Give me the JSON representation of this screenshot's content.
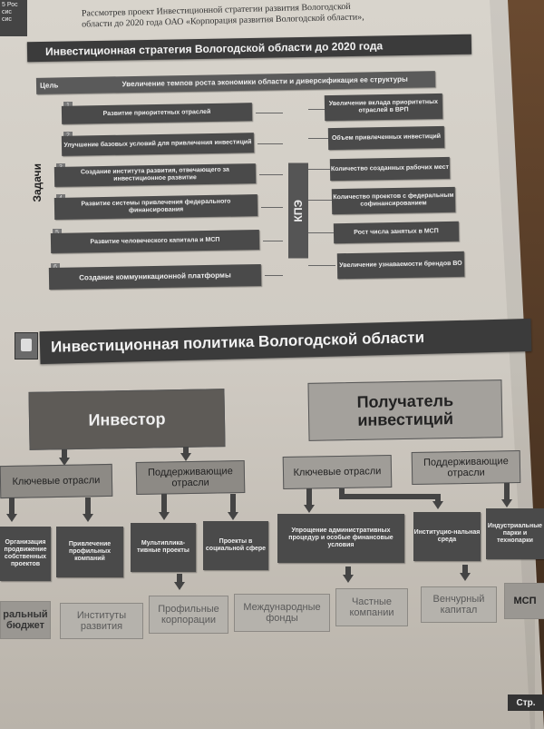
{
  "corner": {
    "line1": "5 Рос",
    "line2": "сис",
    "line3": "сис"
  },
  "intro": {
    "line1": "Рассмотрев проект Инвестиционной стратегии развития Вологодской",
    "line2": "области до 2020 года ОАО «Корпорация развития Вологодской области»,"
  },
  "strategy": {
    "title": "Инвестиционная стратегия Вологодской области до 2020 года",
    "goal_label": "Цель",
    "goal_text": "Увеличение темпов роста экономики области и диверсификация ее структуры",
    "tasks_label": "Задачи",
    "kpe_label": "КПЭ",
    "tasks": [
      {
        "num": "1",
        "text": "Развитие приоритетных отраслей"
      },
      {
        "num": "2",
        "text": "Улучшение базовых условий для привлечения инвестиций"
      },
      {
        "num": "3",
        "text": "Создание института развития, отвечающего за инвестиционное развитие"
      },
      {
        "num": "4",
        "text": "Развитие системы привлечения федерального финансирования"
      },
      {
        "num": "5",
        "text": "Развитие человеческого капитала и МСП"
      },
      {
        "num": "6",
        "text": "Создание коммуникационной платформы"
      }
    ],
    "kpi": [
      "Увеличение вклада приоритетных отраслей в ВРП",
      "Объем привлеченных инвестиций",
      "Количество созданных рабочих мест",
      "Количество проектов с федеральным софинансированием",
      "Рост числа занятых в МСП",
      "Увеличение узнаваемости брендов ВО"
    ]
  },
  "policy": {
    "title": "Инвестиционная политика Вологодской области",
    "investor": "Инвестор",
    "recipient": "Получатель инвестиций",
    "investor_key": "Ключевые отрасли",
    "investor_support": "Поддерживающие отрасли",
    "recipient_key": "Ключевые отрасли",
    "recipient_support": "Поддерживающие отрасли",
    "items": [
      "Организация продвижение собственных проектов",
      "Привлечение профильных компаний",
      "Мультиплика-тивные проекты",
      "Проекты в социальной сфере",
      "Упрощение административных процедур и особые финансовые условия",
      "Институцио-нальная среда",
      "Индустриальные парки и технопарки"
    ],
    "outcomes": [
      "ральный бюджет",
      "Институты развития",
      "Профильные корпорации",
      "Международные фонды",
      "Частные компании",
      "Венчурный капитал",
      "МСП"
    ]
  },
  "page": {
    "label": "Стр."
  }
}
